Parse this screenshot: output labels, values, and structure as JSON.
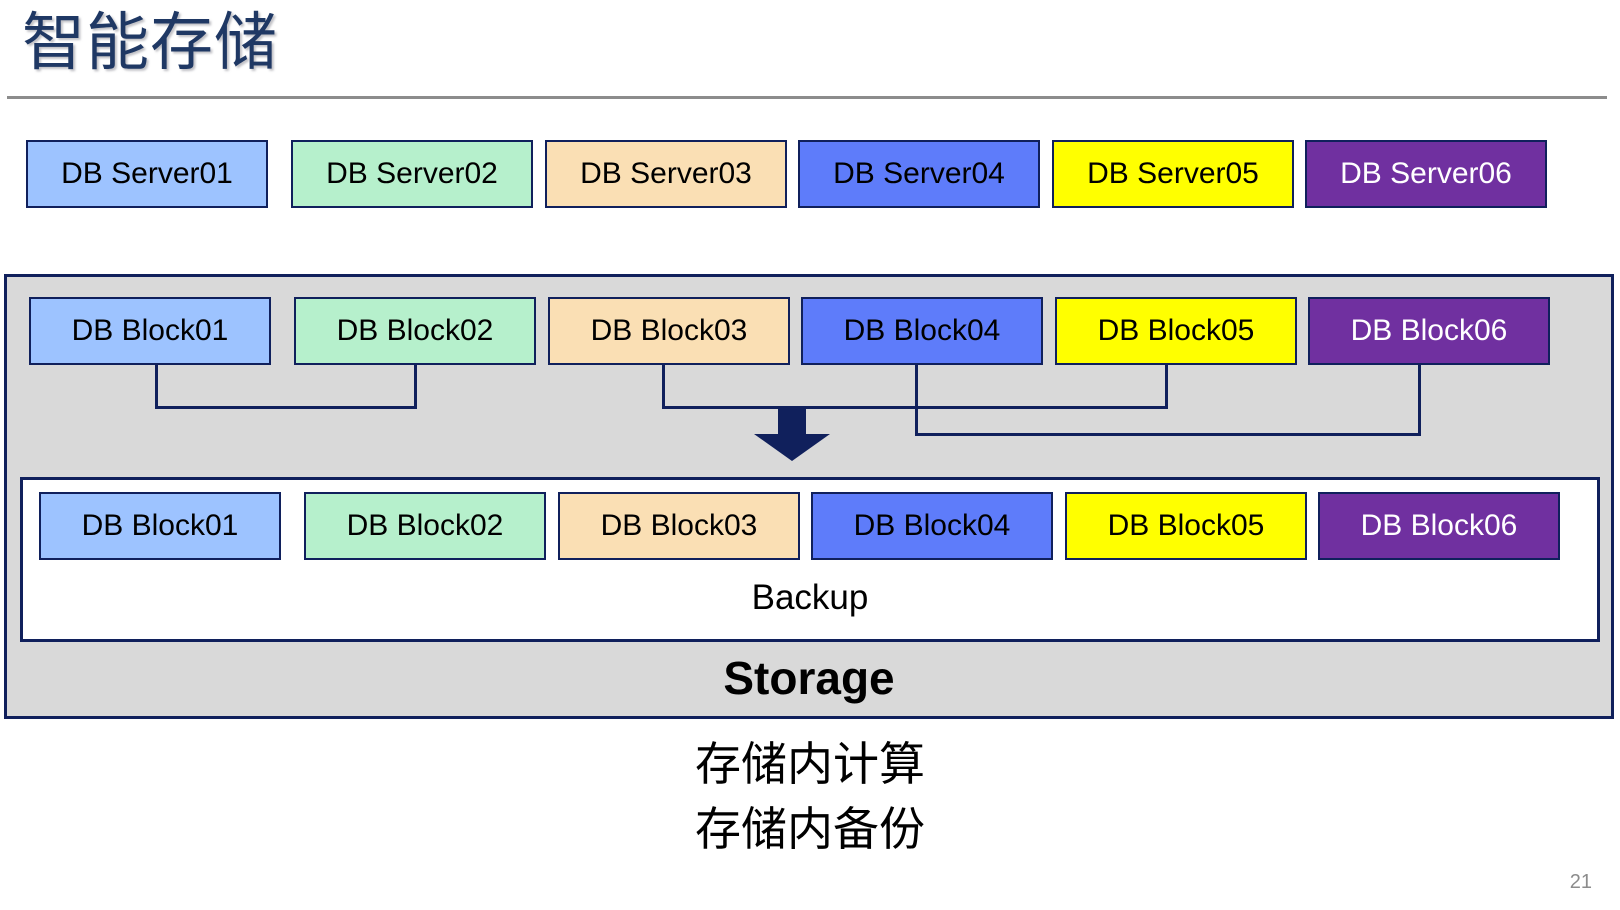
{
  "title": "智能存储",
  "servers": [
    {
      "label": "DB Server01",
      "color": "#9DC3FF"
    },
    {
      "label": "DB Server02",
      "color": "#B6F0CC"
    },
    {
      "label": "DB Server03",
      "color": "#FADFB4"
    },
    {
      "label": "DB Server04",
      "color": "#5E7CFA"
    },
    {
      "label": "DB Server05",
      "color": "#FFFF00"
    },
    {
      "label": "DB Server06",
      "color": "#7030A0"
    }
  ],
  "blocks_primary": [
    {
      "label": "DB Block01",
      "color": "#9DC3FF"
    },
    {
      "label": "DB Block02",
      "color": "#B6F0CC"
    },
    {
      "label": "DB Block03",
      "color": "#FADFB4"
    },
    {
      "label": "DB Block04",
      "color": "#5E7CFA"
    },
    {
      "label": "DB Block05",
      "color": "#FFFF00"
    },
    {
      "label": "DB Block06",
      "color": "#7030A0"
    }
  ],
  "blocks_backup": [
    {
      "label": "DB Block01",
      "color": "#9DC3FF"
    },
    {
      "label": "DB Block02",
      "color": "#B6F0CC"
    },
    {
      "label": "DB Block03",
      "color": "#FADFB4"
    },
    {
      "label": "DB Block04",
      "color": "#5E7CFA"
    },
    {
      "label": "DB Block05",
      "color": "#FFFF00"
    },
    {
      "label": "DB Block06",
      "color": "#7030A0"
    }
  ],
  "backup_label": "Backup",
  "storage_label": "Storage",
  "captions": {
    "line1": "存储内计算",
    "line2": "存储内备份"
  },
  "page_number": "21",
  "colors": {
    "title": "#1F3864",
    "border": "#10205C",
    "container_fill": "#D9D9D9",
    "rule": "#8C8C8C",
    "arrow": "#10205C",
    "page_number": "#8C8C8C"
  },
  "arrow_icon": "down-arrow-icon"
}
